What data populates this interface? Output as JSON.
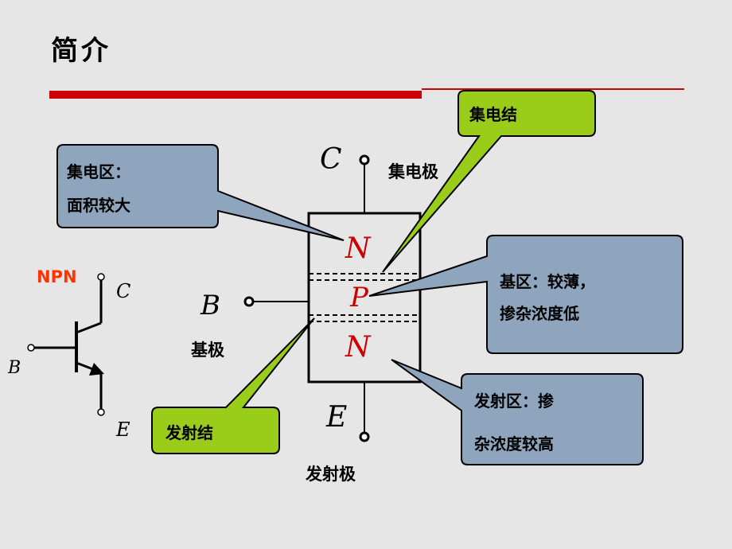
{
  "title": "简介",
  "npn_label": "NPN",
  "symbol": {
    "c": "C",
    "b": "B",
    "e": "E"
  },
  "terminals": {
    "c": "C",
    "b": "B",
    "e": "E",
    "collector_name": "集电极",
    "base_name": "基极",
    "emitter_name": "发射极"
  },
  "layers": {
    "top": "N",
    "middle": "P",
    "bottom": "N"
  },
  "callouts": {
    "collector_junction": "集电结",
    "collector_region": {
      "line1": "集电区：",
      "line2": "面积较大"
    },
    "base_region": {
      "line1": "基区：较薄，",
      "line2": "掺杂浓度低"
    },
    "emitter_region": {
      "line1": "发射区：掺",
      "line2": "杂浓度较高"
    },
    "emitter_junction": "发射结"
  },
  "colors": {
    "background": "#e6e6e6",
    "accent_red": "#cc0000",
    "callout_blue": "#8fa5bd",
    "callout_green": "#9acc1a",
    "layer_text": "#cc0000"
  }
}
